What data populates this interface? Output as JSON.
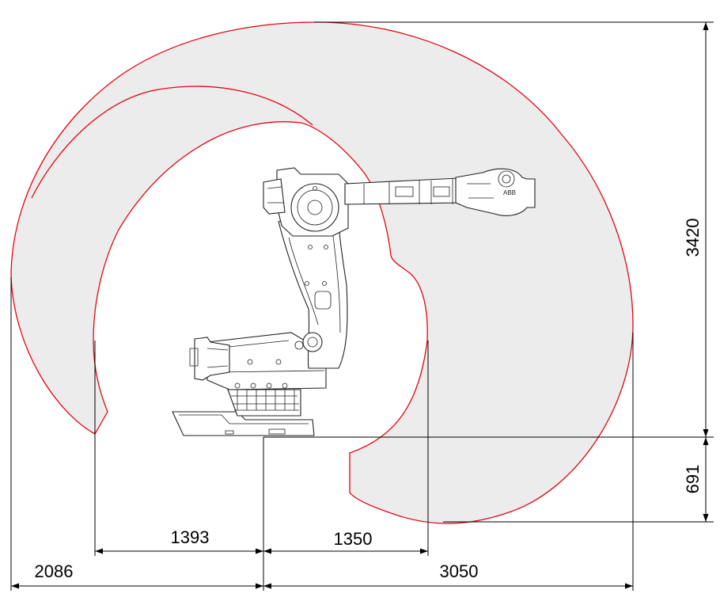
{
  "diagram": {
    "colors": {
      "envelope_fill": "#ececec",
      "envelope_stroke": "#e30613",
      "dimension_line": "#000000",
      "robot_outline": "#222222"
    },
    "dimensions": {
      "height_top": "3420",
      "height_bottom": "691",
      "reach_inner_left": "1393",
      "reach_inner_right": "1350",
      "reach_outer_left": "2086",
      "reach_outer_right": "3050"
    },
    "logo_text": "ABB"
  }
}
